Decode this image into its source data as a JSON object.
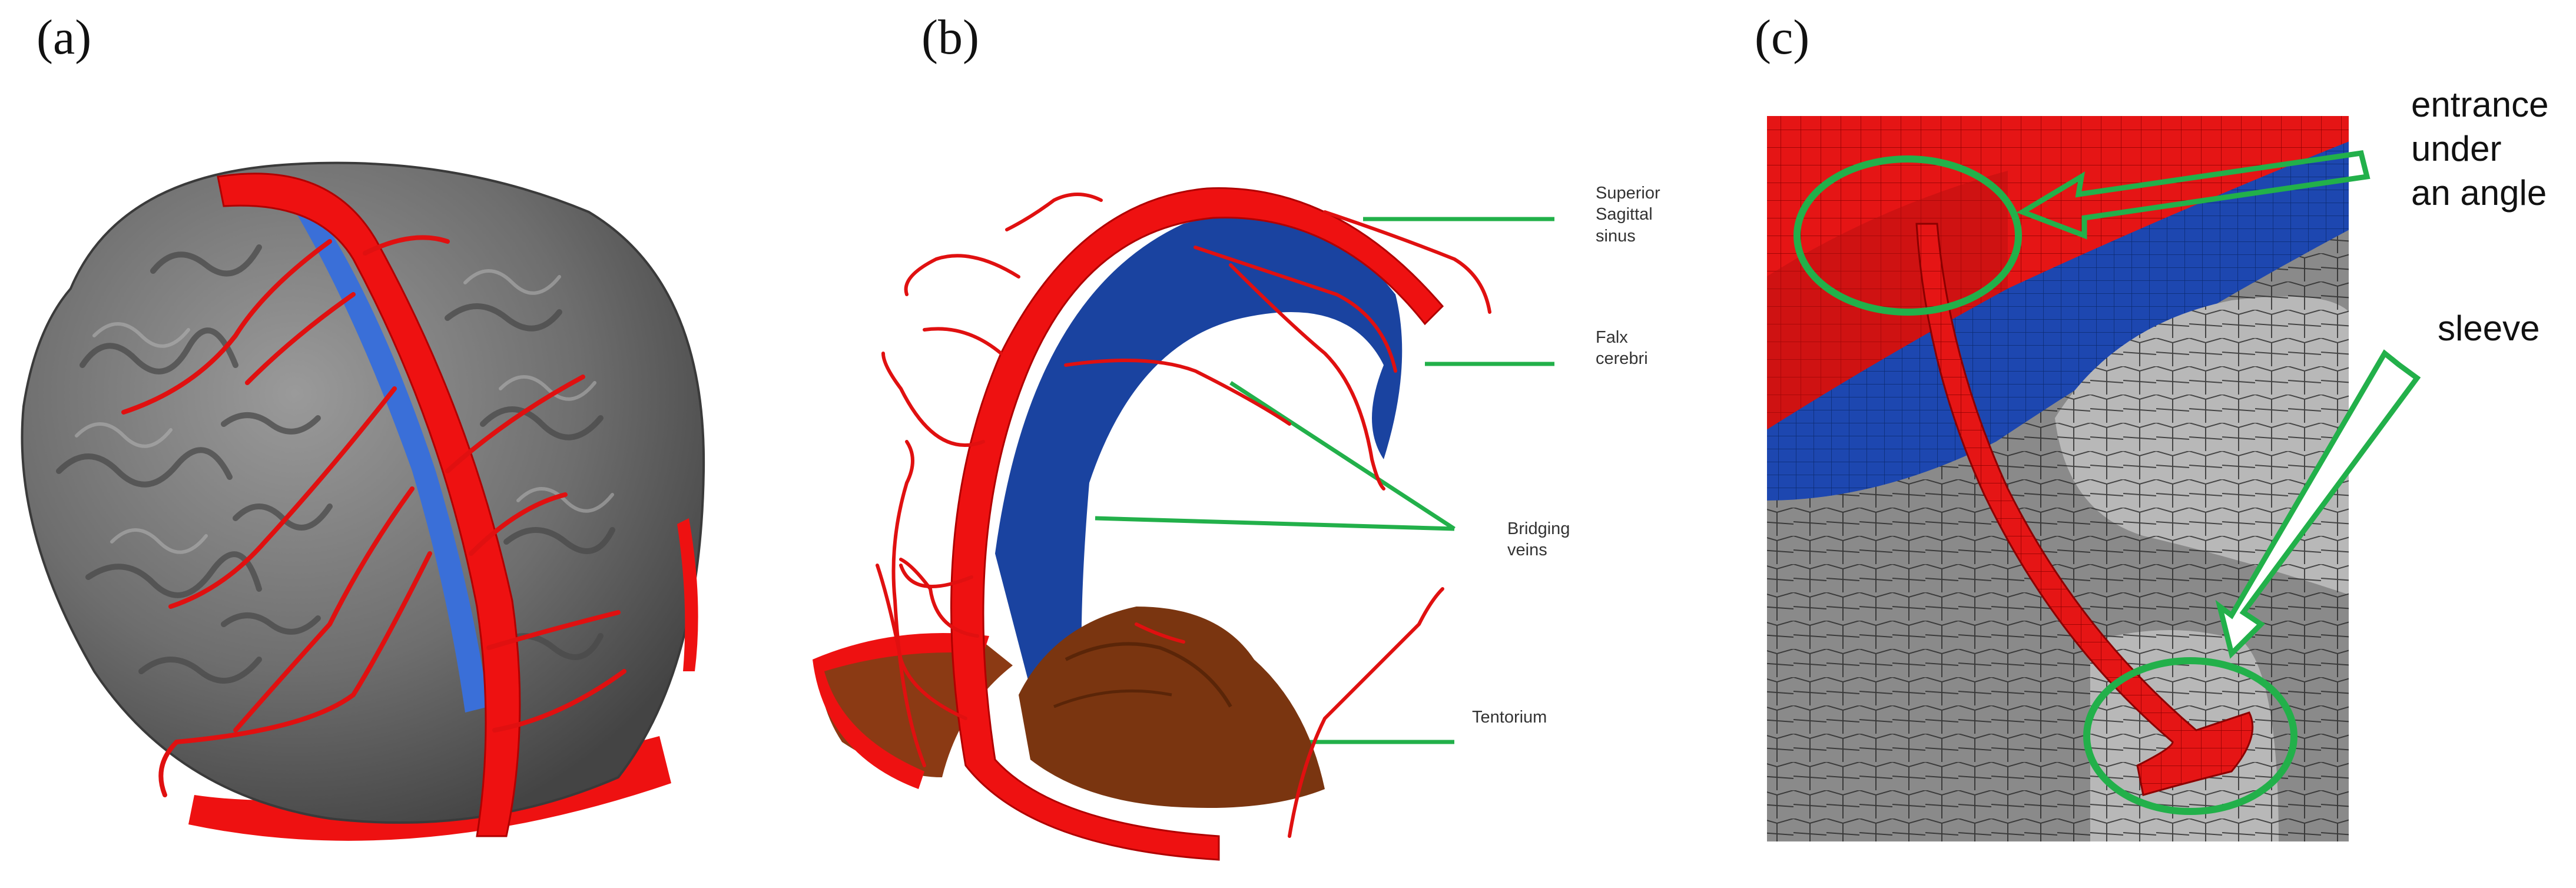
{
  "panels": {
    "a": {
      "label": "(a)"
    },
    "b": {
      "label": "(b)",
      "annotations": {
        "superior_sagittal_sinus": [
          "Superior",
          "Sagittal",
          "sinus"
        ],
        "falx_cerebri": [
          "Falx",
          "cerebri"
        ],
        "bridging_veins": [
          "Bridging",
          "veins"
        ],
        "tentorium": [
          "Tentorium"
        ]
      }
    },
    "c": {
      "label": "(c)",
      "annotations": {
        "entrance": [
          "entrance",
          "under",
          "an angle"
        ],
        "sleeve": [
          "sleeve"
        ]
      }
    }
  },
  "colors": {
    "brain": "#707070",
    "vessel": "#ee1111",
    "falx": "#1a43a0",
    "tentorium": "#7a3510",
    "leader": "#22b04a",
    "mesh_line": "#333333"
  }
}
